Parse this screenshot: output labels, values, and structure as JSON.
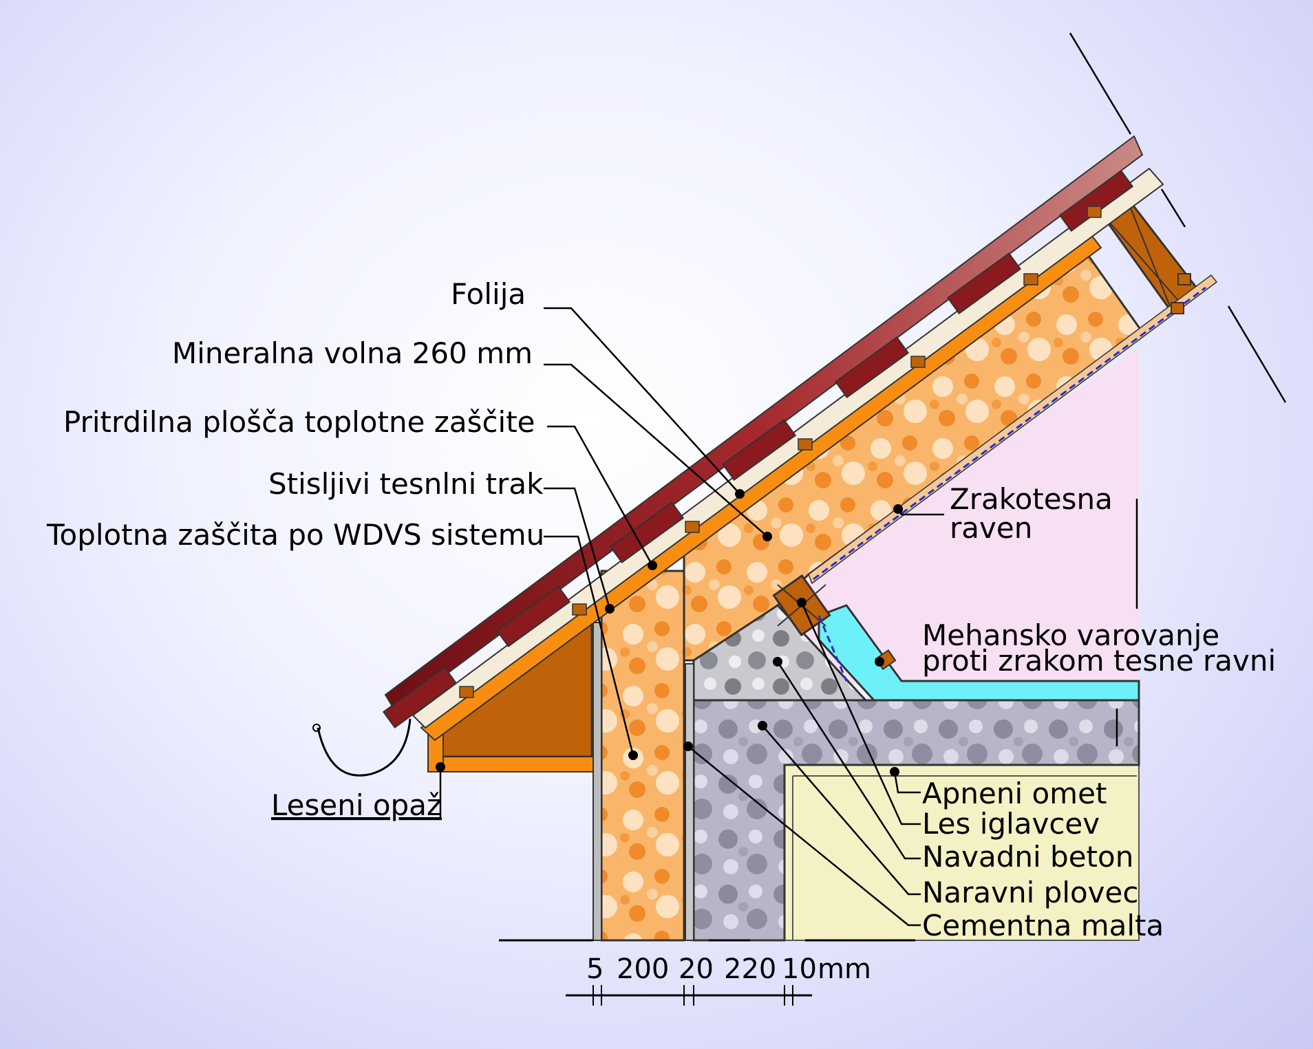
{
  "labels": {
    "folija": "Folija",
    "mineralna_volna": "Mineralna volna 260 mm",
    "pritrdilna_plosca": "Pritrdilna plošča toplotne zaščite",
    "stisljivi_trak": "Stisljivi tesnlni trak",
    "toplotna_zascita": "Toplotna zaščita po WDVS sistemu",
    "zrakotesna_1": "Zrakotesna",
    "zrakotesna_2": "raven",
    "mehansko_1": "Mehansko varovanje",
    "mehansko_2": "proti zrakom tesne ravni",
    "apneni_omet": "Apneni omet",
    "les_iglavcev": "Les iglavcev",
    "navadni_beton": "Navadni beton",
    "naravni_plovec": "Naravni plovec",
    "cementna_malta": "Cementna malta",
    "leseni_opaz": "Leseni opaž"
  },
  "dimensions": {
    "d1": "5",
    "d2": "200",
    "d3": "20",
    "d4": "220",
    "d5": "10",
    "unit": "mm"
  },
  "colors": {
    "roof_tile": "#8b1a1f",
    "timber": "#c0620a",
    "insulation": "#f7a84e",
    "concrete": "#b9b9c9",
    "plaster": "#f4f2c4",
    "airtight_zone": "#f8e0f4",
    "membrane": "#6ef0f8"
  }
}
